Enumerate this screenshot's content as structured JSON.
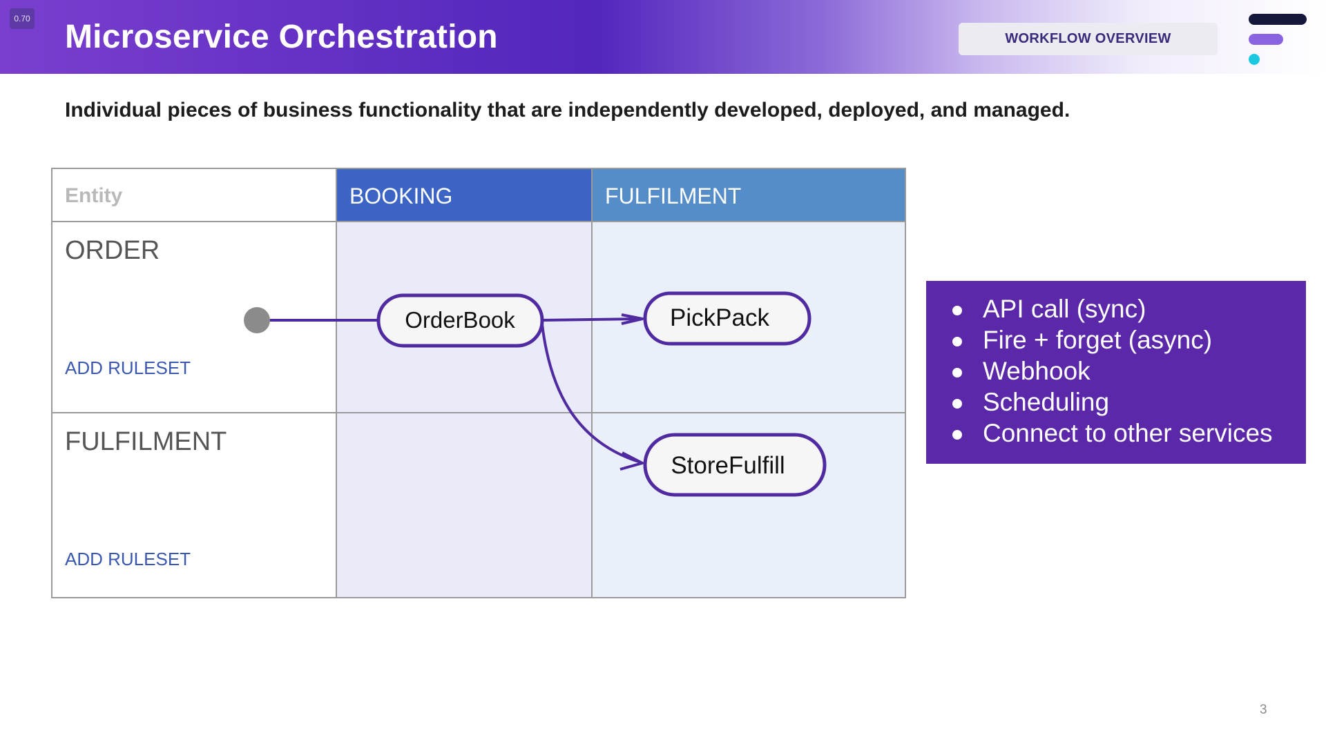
{
  "header": {
    "zoom": "0.70",
    "title": "Microservice Orchestration",
    "overview_button": "WORKFLOW OVERVIEW"
  },
  "subtitle": "Individual pieces of business functionality that are independently developed, deployed, and managed.",
  "grid": {
    "corner_label": "Entity",
    "columns": [
      "BOOKING",
      "FULFILMENT"
    ],
    "rows": [
      {
        "name": "ORDER",
        "action": "ADD RULESET"
      },
      {
        "name": "FULFILMENT",
        "action": "ADD RULESET"
      }
    ]
  },
  "diagram": {
    "nodes": [
      "OrderBook",
      "PickPack",
      "StoreFulfill"
    ],
    "edges": [
      {
        "from": "start",
        "to": "OrderBook"
      },
      {
        "from": "OrderBook",
        "to": "PickPack"
      },
      {
        "from": "OrderBook",
        "to": "StoreFulfill"
      }
    ]
  },
  "info": {
    "items": [
      "API call (sync)",
      "Fire + forget (async)",
      "Webhook",
      "Scheduling",
      "Connect to other services"
    ]
  },
  "page_number": "3",
  "colors": {
    "accent_purple": "#5a28a8",
    "booking_header": "#3b64c4",
    "fulfilment_header": "#548dc8",
    "link_blue": "#3b58b0"
  }
}
